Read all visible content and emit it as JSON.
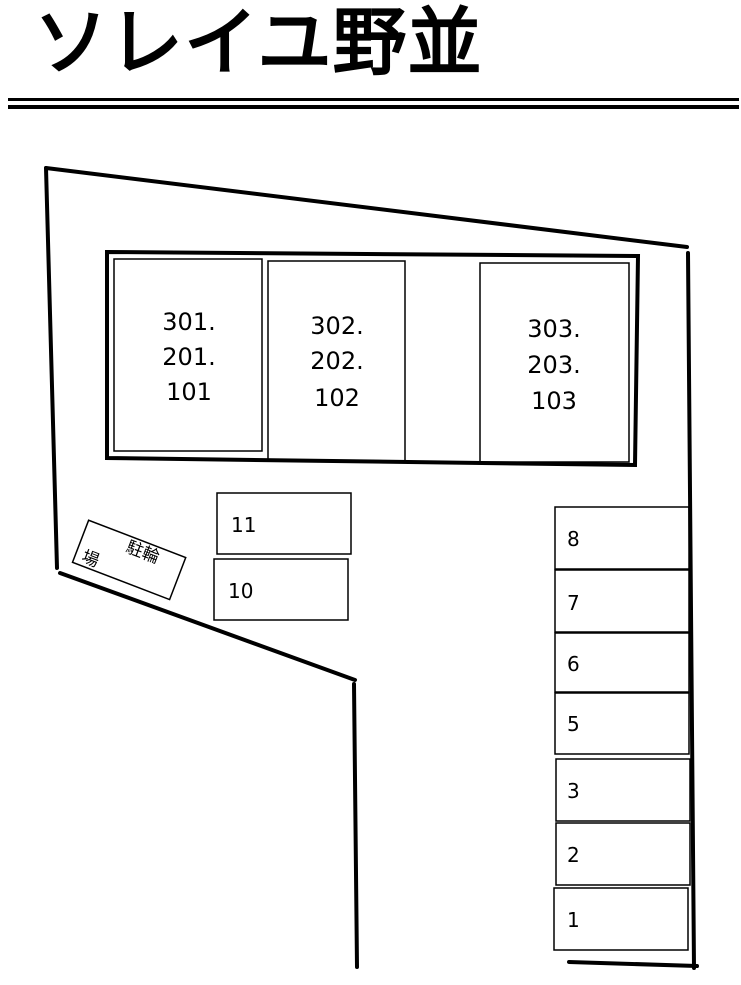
{
  "title": "ソレイユ野並",
  "building": {
    "units": [
      [
        "301.",
        "201.",
        "101"
      ],
      [
        "302.",
        "202.",
        "102"
      ],
      [
        "303.",
        "203.",
        "103"
      ]
    ]
  },
  "parking": [
    "11",
    "10",
    "8",
    "7",
    "6",
    "5",
    "3",
    "2",
    "1"
  ],
  "bicycle_parking": {
    "line1": "駐輪",
    "line2": "場"
  }
}
